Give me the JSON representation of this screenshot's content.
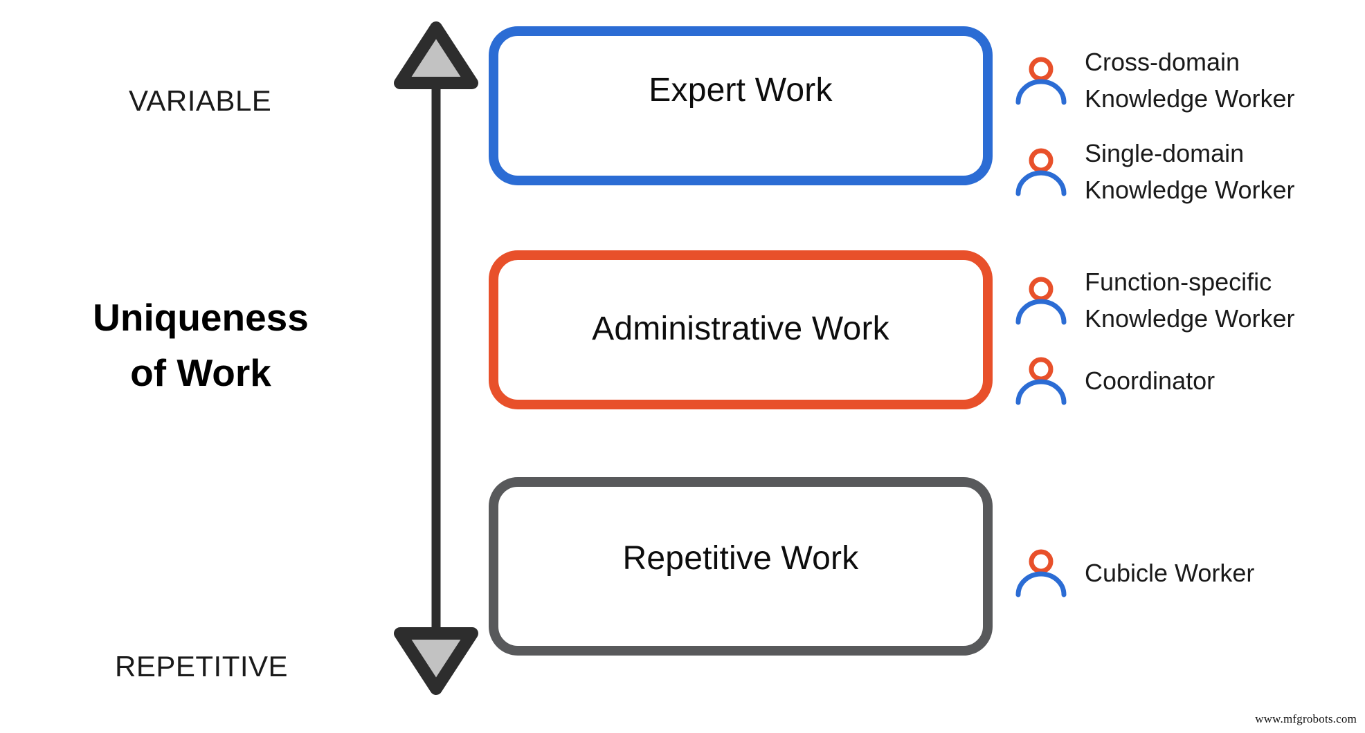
{
  "axis": {
    "top_label": "VARIABLE",
    "bottom_label": "REPETITIVE",
    "title_line1": "Uniqueness",
    "title_line2": "of Work",
    "arrow_icon": "double-headed-vertical-arrow-icon",
    "arrow_outline_color": "#2d2d2d",
    "arrow_fill_color": "#c2c2c2"
  },
  "tiers": [
    {
      "id": "expert",
      "label": "Expert Work",
      "border_color": "#2b6cd4",
      "fill_color": "#ffffff"
    },
    {
      "id": "administrative",
      "label": "Administrative Work",
      "border_color": "#e8502a",
      "fill_color": "#ffffff"
    },
    {
      "id": "repetitive",
      "label": "Repetitive Work",
      "border_color": "#58595b",
      "fill_color": "#ffffff"
    }
  ],
  "personas": [
    {
      "id": "cross-domain-knowledge-worker",
      "label": "Cross-domain\nKnowledge Worker",
      "icon": "person-icon",
      "tier": "expert"
    },
    {
      "id": "single-domain-knowledge-worker",
      "label": "Single-domain\nKnowledge Worker",
      "icon": "person-icon",
      "tier": "expert"
    },
    {
      "id": "function-specific-knowledge-worker",
      "label": "Function-specific\nKnowledge Worker",
      "icon": "person-icon",
      "tier": "administrative"
    },
    {
      "id": "coordinator",
      "label": "Coordinator",
      "icon": "person-icon",
      "tier": "administrative"
    },
    {
      "id": "cubicle-worker",
      "label": "Cubicle Worker",
      "icon": "person-icon",
      "tier": "repetitive"
    }
  ],
  "persona_icon_colors": {
    "head": "#e8502a",
    "body": "#2b6cd4"
  },
  "watermark": "www.mfgrobots.com"
}
